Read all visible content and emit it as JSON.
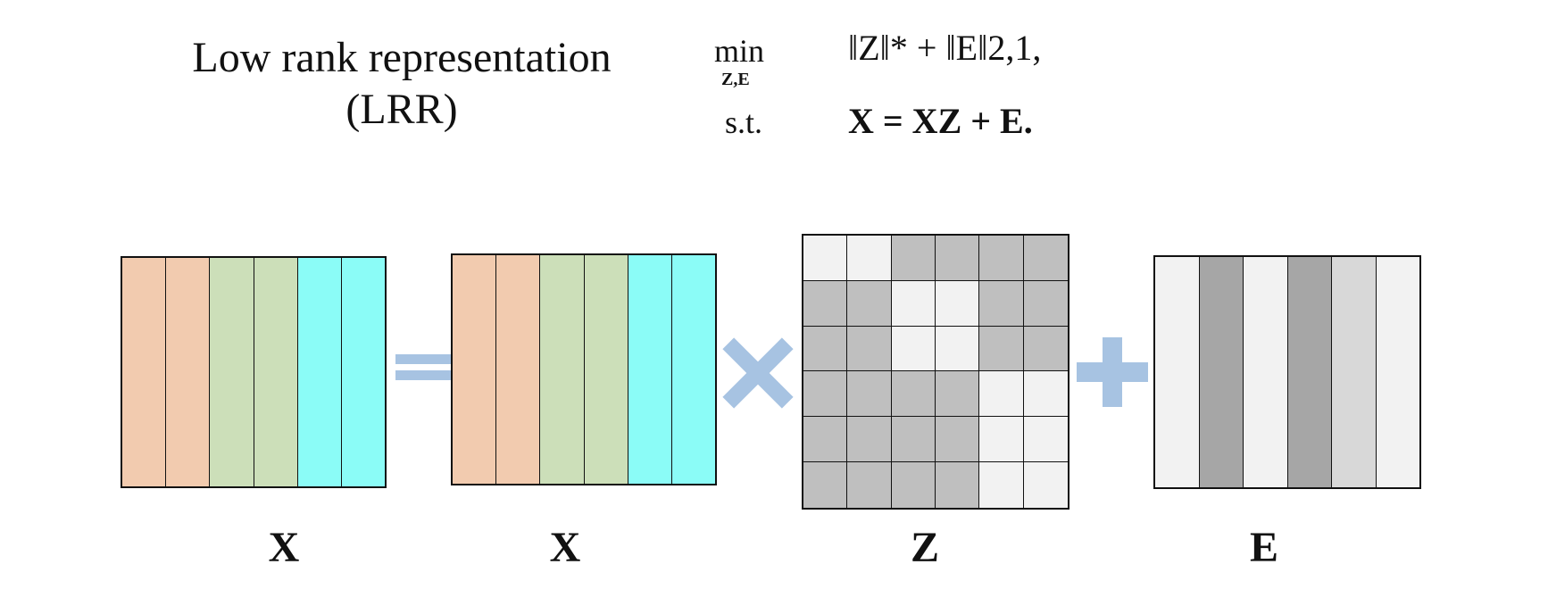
{
  "title": {
    "line1": "Low rank representation",
    "line2": "(LRR)"
  },
  "formula": {
    "min_op": "min",
    "min_sub": "Z,E",
    "objective": "‖Z‖* + ‖E‖2,1,",
    "st": "s.t.",
    "constraint": "X = XZ + E."
  },
  "labels": {
    "x_left": "X",
    "x_mid": "X",
    "z": "Z",
    "e": "E"
  },
  "colors": {
    "peach": "#F2CBAF",
    "green": "#CCDFB9",
    "cyan": "#8BFCF7",
    "light_gray": "#F2F2F2",
    "mid_gray": "#BFBFBF",
    "dark_gray": "#A6A6A6",
    "pale_gray": "#D8D8D8",
    "operator_blue": "#A7C3E2"
  },
  "matrix_x_columns": [
    "peach",
    "peach",
    "green",
    "green",
    "cyan",
    "cyan"
  ],
  "matrix_e_columns": [
    "light_gray",
    "dark_gray",
    "light_gray",
    "dark_gray",
    "pale_gray",
    "light_gray"
  ],
  "matrix_z_cells": [
    [
      "light_gray",
      "light_gray",
      "mid_gray",
      "mid_gray",
      "mid_gray",
      "mid_gray"
    ],
    [
      "mid_gray",
      "mid_gray",
      "light_gray",
      "light_gray",
      "mid_gray",
      "mid_gray"
    ],
    [
      "mid_gray",
      "mid_gray",
      "light_gray",
      "light_gray",
      "mid_gray",
      "mid_gray"
    ],
    [
      "mid_gray",
      "mid_gray",
      "mid_gray",
      "mid_gray",
      "light_gray",
      "light_gray"
    ],
    [
      "mid_gray",
      "mid_gray",
      "mid_gray",
      "mid_gray",
      "light_gray",
      "light_gray"
    ],
    [
      "mid_gray",
      "mid_gray",
      "mid_gray",
      "mid_gray",
      "light_gray",
      "light_gray"
    ]
  ],
  "operators": [
    "equals",
    "times",
    "plus"
  ]
}
